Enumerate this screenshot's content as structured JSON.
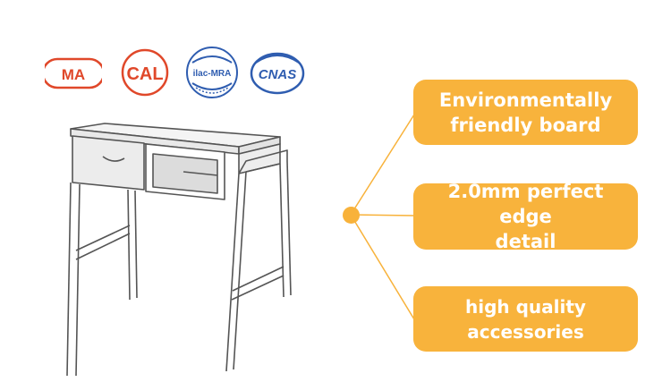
{
  "certifications": {
    "ma": "MA",
    "cal": "CAL",
    "ilac": "ilac-MRA",
    "cnas": "CNAS"
  },
  "features": [
    {
      "line1": "Environmentally",
      "line2": "friendly board"
    },
    {
      "line1": "2.0mm perfect edge",
      "line2": "detail"
    },
    {
      "line1": "high quality accessories"
    }
  ],
  "colors": {
    "accent": "#f8b33c",
    "cert_red": "#e0482a",
    "cert_blue": "#2f5db0",
    "sketch": "#555555"
  }
}
